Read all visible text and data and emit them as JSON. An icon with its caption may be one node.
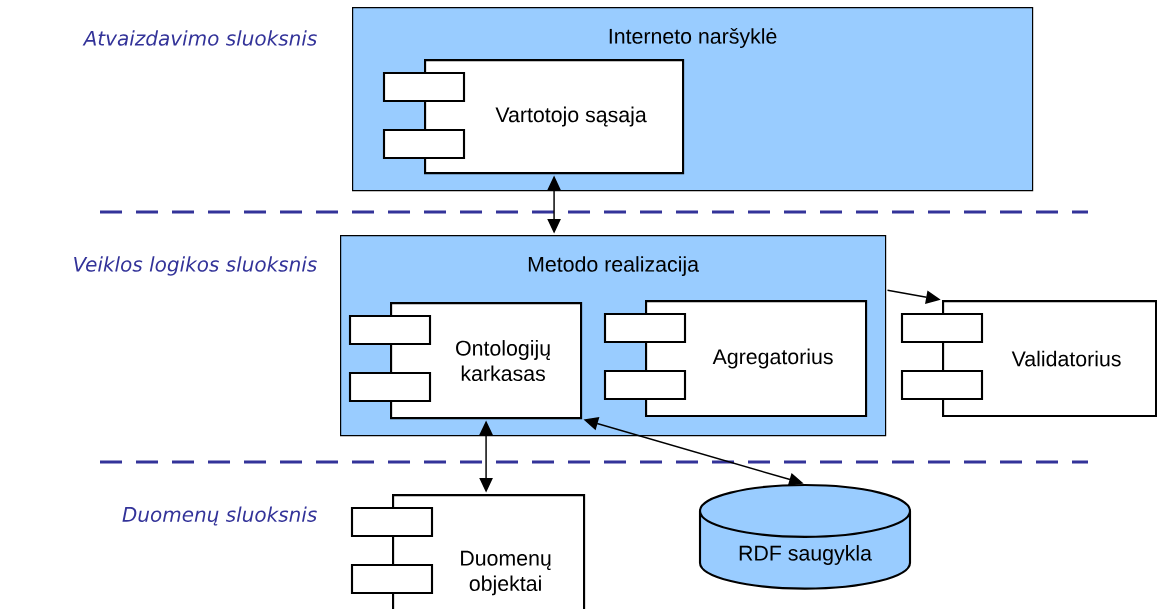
{
  "diagram": {
    "nodes": [
      {
        "text": [
          "Interneto naršyklė"
        ]
      },
      {
        "text": [
          "Vartotojo sąsaja"
        ],
        "in": 0
      },
      {
        "text": [
          "Metodo realizacija"
        ]
      },
      {
        "text": [
          "Ontologijų karkasas"
        ],
        "in": 2
      },
      {
        "text": [
          "Agregatorius"
        ],
        "in": 2
      },
      {
        "text": [
          "Validatorius"
        ]
      },
      {
        "text": [
          "Duomenų objektai"
        ]
      },
      {
        "text": [
          "RDF saugykla"
        ]
      }
    ],
    "edges": [
      {
        "from": 1,
        "to": 2,
        "arrow": "both"
      },
      {
        "from": 2,
        "to": 5,
        "arrow": "to"
      },
      {
        "from": 3,
        "to": 6,
        "arrow": "both"
      },
      {
        "from": 3,
        "to": 7,
        "arrow": "both"
      }
    ],
    "labels": [
      "Atvaizdavimo sluoksnis",
      "Veiklos logikos sluoksnis",
      "Duomenų sluoksnis"
    ]
  }
}
